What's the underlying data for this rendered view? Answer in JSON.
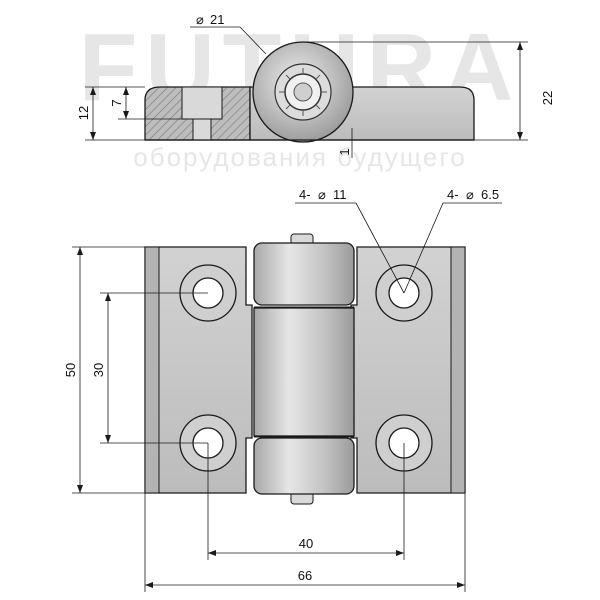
{
  "watermark": {
    "brand": "FUTURA",
    "tagline": "оборудования будущего"
  },
  "dimensions": {
    "bolt_diameter": "21",
    "height_total": "22",
    "height_base": "12",
    "height_step": "7",
    "gap": "1",
    "holes_large": "4-",
    "holes_large_value": "11",
    "holes_small": "4-",
    "holes_small_value": "6.5",
    "overall_height": "50",
    "hole_spacing_vertical": "30",
    "hole_spacing_horizontal": "40",
    "overall_width": "66"
  },
  "symbols": {
    "diameter": "⌀"
  },
  "colors": {
    "line": "#1a1a1a",
    "metal": "#c9c9c9",
    "metal_dark": "#9a9a9a",
    "metal_light": "#e2e2e2",
    "hatch": "#8d8d8d"
  }
}
